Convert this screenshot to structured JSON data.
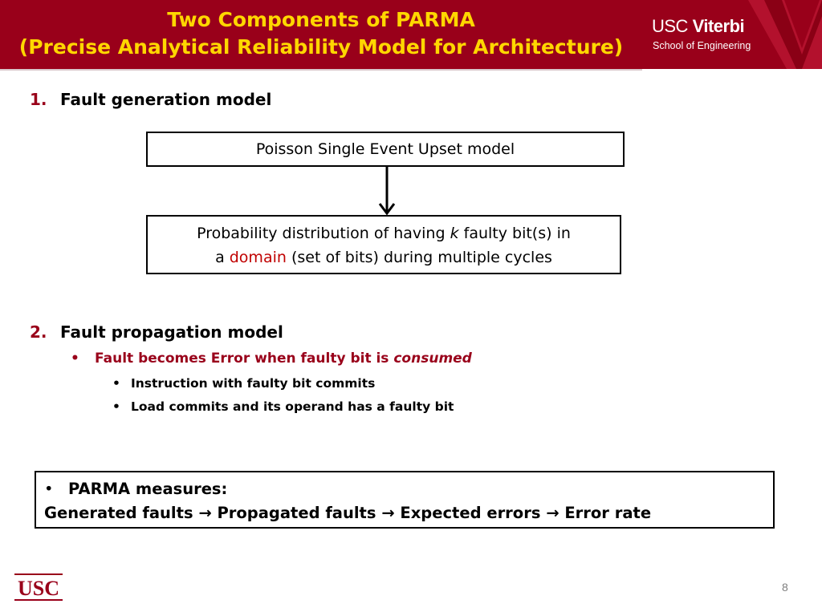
{
  "header": {
    "title_line1": "Two Components of PARMA",
    "title_line2": "(Precise Analytical Reliability Model for Architecture)",
    "logo": {
      "brand_usc": "USC",
      "brand_viterbi": "Viterbi",
      "subtitle": "School of Engineering"
    },
    "colors": {
      "background": "#99001a",
      "title": "#ffd700"
    }
  },
  "section1": {
    "number": "1.",
    "heading": "Fault generation model",
    "box_top": "Poisson Single Event Upset model",
    "box_bottom": {
      "part1": "Probability distribution of having ",
      "k": "k",
      "part2": " faulty bit(s) in",
      "part3": "a ",
      "domain": "domain",
      "part4": " (set of bits) during multiple cycles"
    }
  },
  "section2": {
    "number": "2.",
    "heading": "Fault propagation model",
    "bullet_main_text": "Fault becomes Error when faulty bit is ",
    "bullet_main_em": "consumed",
    "sub_bullets": [
      "Instruction with faulty bit commits",
      "Load commits and its operand has a faulty bit"
    ]
  },
  "summary": {
    "line1": "PARMA measures:",
    "items": [
      "Generated faults",
      "Propagated faults",
      "Expected errors",
      "Error rate"
    ],
    "arrow": "→"
  },
  "footer": {
    "logo_text": "USC",
    "page_number": "8"
  }
}
